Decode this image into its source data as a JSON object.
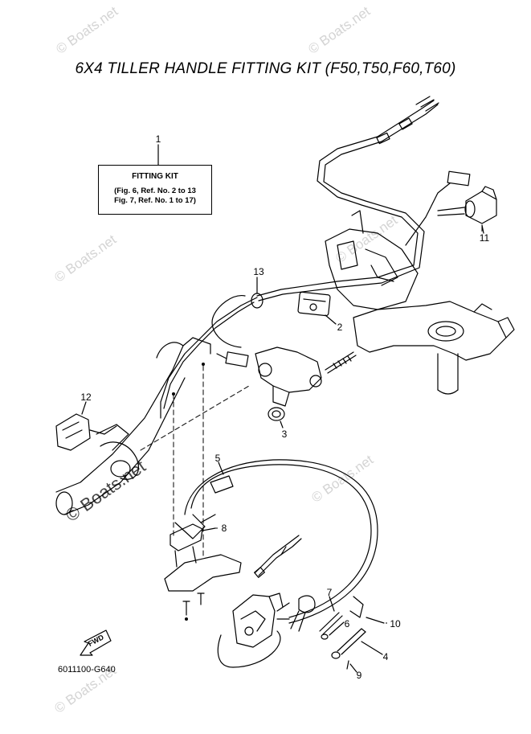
{
  "title": "6X4 TILLER HANDLE FITTING KIT  (F50,T50,F60,T60)",
  "kit_box": {
    "heading": "FITTING KIT",
    "line1": "(Fig. 6, Ref. No. 2 to 13",
    "line2": "Fig. 7, Ref. No. 1 to 17)"
  },
  "callouts": {
    "c1": "1",
    "c2": "2",
    "c3": "3",
    "c4": "4",
    "c5": "5",
    "c6": "6",
    "c7": "7",
    "c8": "8",
    "c9": "9",
    "c10": "10",
    "c11": "11",
    "c12": "12",
    "c13": "13"
  },
  "forward_arrow_text": "FWD",
  "figure_code": "6011100-G640",
  "watermark_text": "© Boats.net",
  "colors": {
    "line": "#000000",
    "watermark": "#d4d4d4",
    "background": "#ffffff"
  }
}
